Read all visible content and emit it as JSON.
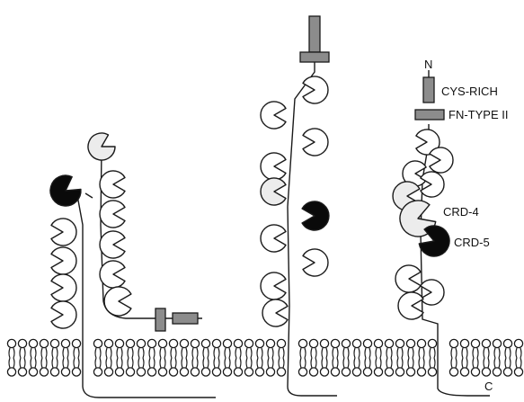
{
  "labels": {
    "n_terminus": "N",
    "c_terminus": "C",
    "cys_rich": "CYS-RICH",
    "fn_type_ii": "FN-TYPE II",
    "crd4": "CRD-4",
    "crd5": "CRD-5"
  },
  "colors": {
    "outline": "#1a1a1a",
    "crd_open": "#ffffff",
    "crd_light": "#ececec",
    "crd_black": "#0a0a0a",
    "domain_box": "#8c8c8c"
  },
  "icons": [
    "crd-pacman-icon",
    "cys-rich-domain-icon",
    "fn-type-ii-domain-icon",
    "lipid-bilayer-icon"
  ]
}
